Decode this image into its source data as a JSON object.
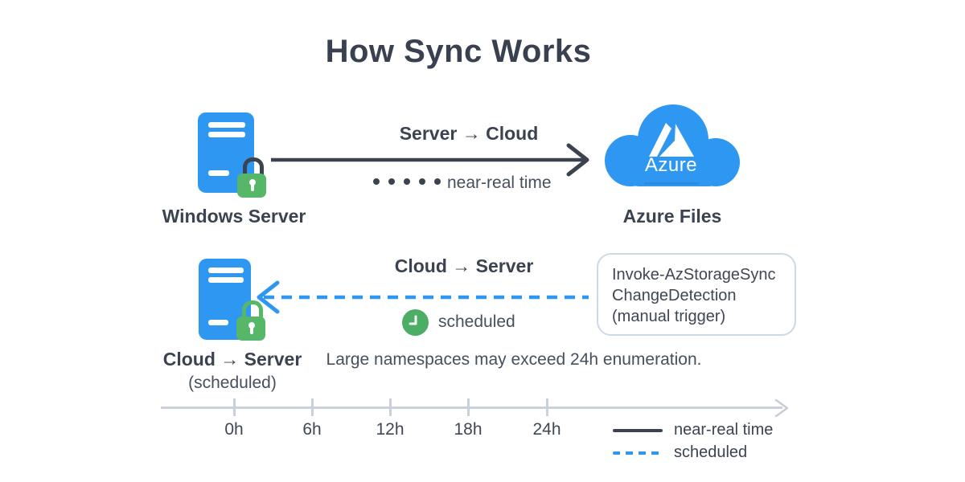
{
  "title": "How Sync Works",
  "colors": {
    "blue": "#2e97f2",
    "green": "#57b768",
    "dark": "#3b4350",
    "timeline_gray": "#c9d2dc",
    "box_border": "#ccd9e6"
  },
  "flow_top": {
    "source_label": "Windows Server",
    "target_label": "Azure Files",
    "cloud_logo_text": "Azure",
    "direction_label": "Server → Cloud",
    "mode_label": "near-real time"
  },
  "flow_bottom": {
    "source_label": "Cloud → Server",
    "source_sublabel": "(scheduled)",
    "direction_label": "Cloud → Server",
    "mode_label": "scheduled",
    "command_box": {
      "lines": [
        "Invoke-AzStorageSync",
        "ChangeDetection",
        "(manual trigger)"
      ]
    }
  },
  "note": "Large namespaces may exceed 24h enumeration.",
  "timeline": {
    "ticks": [
      "0h",
      "6h",
      "12h",
      "18h",
      "24h"
    ]
  },
  "legend": [
    {
      "style": "solid",
      "label": "near-real time"
    },
    {
      "style": "dashed",
      "label": "scheduled"
    }
  ]
}
